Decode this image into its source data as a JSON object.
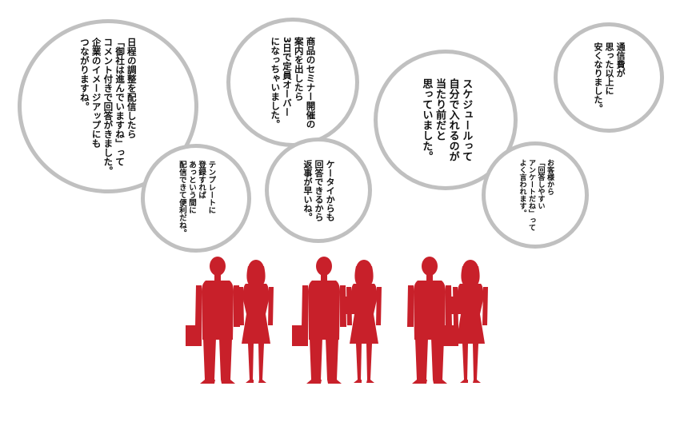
{
  "bubbles": {
    "b1": {
      "text": "日程の調整を配信したら\n「御社は進んでいますね」って\nコメント付きで回答がきました。\n企業のイメージアップにも\nつながりますね。"
    },
    "b2": {
      "text": "テンプレートに\n登録すれば\nあっという間に\n配信できて便利だね。"
    },
    "b3": {
      "text": "商品のセミナー開催の\n案内を出したら\n3日で定員オーバー\nになっちゃいました。"
    },
    "b4": {
      "text": "ケータイからも\n回答できるから\n返事が早いね。"
    },
    "b5": {
      "text": "スケジュールって\n自分で入れるのが\n当たり前だと\n思っていました。"
    },
    "b6": {
      "text": "お客様から\n「回答しやすい\nアンケートだね」って\nよく言われます。"
    },
    "b7": {
      "text": "通信費が\n思った以上に\n安くなりました。"
    }
  },
  "colors": {
    "bubble_border": "#c0c0c0",
    "silhouette": "#c8202a",
    "text": "#111111"
  },
  "people": [
    {
      "role": "businessman",
      "item": "briefcase"
    },
    {
      "role": "businesswoman",
      "item": "none"
    },
    {
      "role": "businessman",
      "item": "briefcase"
    },
    {
      "role": "businesswoman",
      "item": "folder"
    },
    {
      "role": "businessman",
      "item": "briefcase"
    },
    {
      "role": "businesswoman",
      "item": "folder"
    }
  ]
}
